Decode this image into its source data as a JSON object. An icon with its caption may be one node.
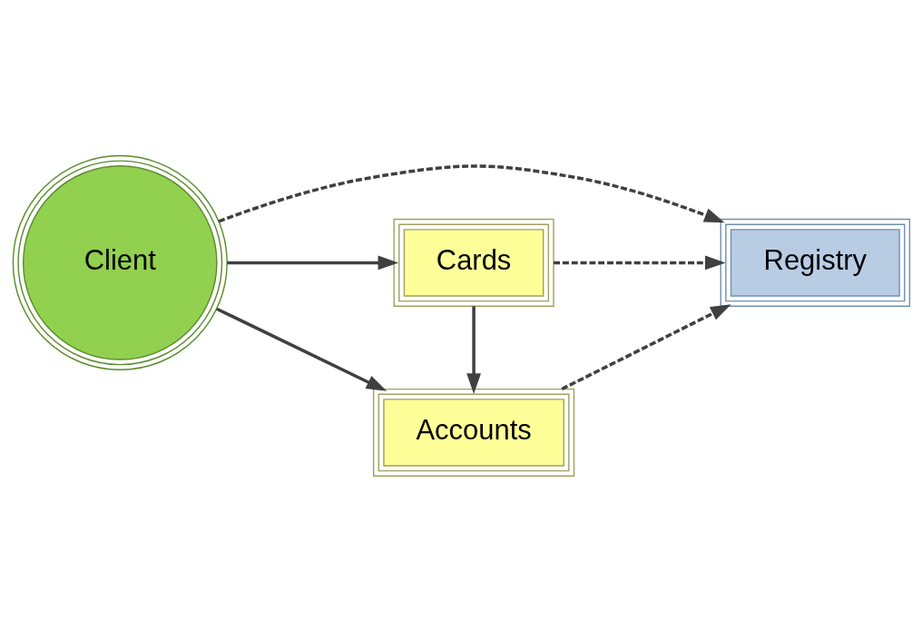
{
  "diagram": {
    "nodes": [
      {
        "text": [
          "Accounts"
        ]
      },
      {
        "text": [
          "Client"
        ]
      },
      {
        "text": [
          "Registry"
        ]
      },
      {
        "text": [
          "Cards"
        ]
      }
    ],
    "edges": [
      {
        "from": 1,
        "to": 0,
        "arrow": "to"
      },
      {
        "from": 0,
        "to": 2,
        "arrow": "to",
        "style": "dashed"
      },
      {
        "from": 1,
        "to": 2,
        "arrow": "to",
        "style": "dashed"
      },
      {
        "from": 3,
        "to": 2,
        "arrow": "to",
        "style": "dashed"
      },
      {
        "from": 1,
        "to": 3,
        "arrow": "to"
      },
      {
        "from": 3,
        "to": 0,
        "arrow": "to"
      }
    ]
  }
}
